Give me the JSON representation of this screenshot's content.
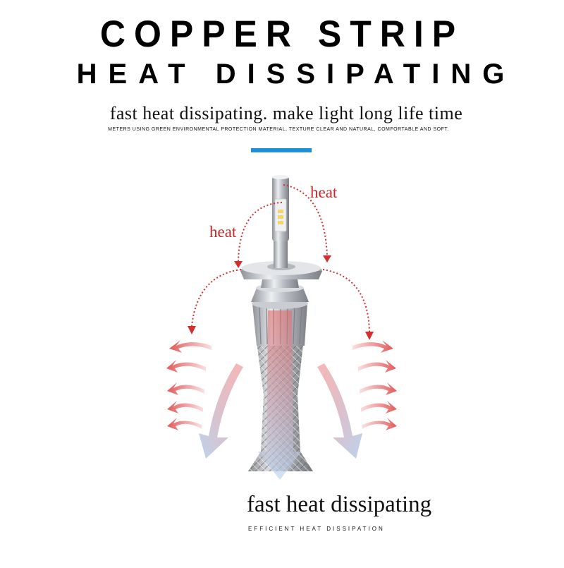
{
  "header": {
    "title_line1": "COPPER STRIP",
    "title_line2": "HEAT DISSIPATING",
    "subtitle": "fast heat dissipating. make light long life time",
    "subtext": "METERS USING GREEN ENVIRONMENTAL PROTECTION MATERIAL, TEXTURE CLEAR AND NATURAL, COMFORTABLE AND SOFT."
  },
  "diagram": {
    "heat_label_right": "heat",
    "heat_label_left": "heat"
  },
  "footer": {
    "caption": "fast heat dissipating",
    "caption_small": "EFFICIENT HEAT DISSIPATION"
  },
  "colors": {
    "accent": "#1e90d6",
    "heat_red": "#c62828",
    "heat_arrow": "#ef6f6f",
    "cool_blue": "#a9c9ea",
    "metal": "#b8bcc2"
  }
}
